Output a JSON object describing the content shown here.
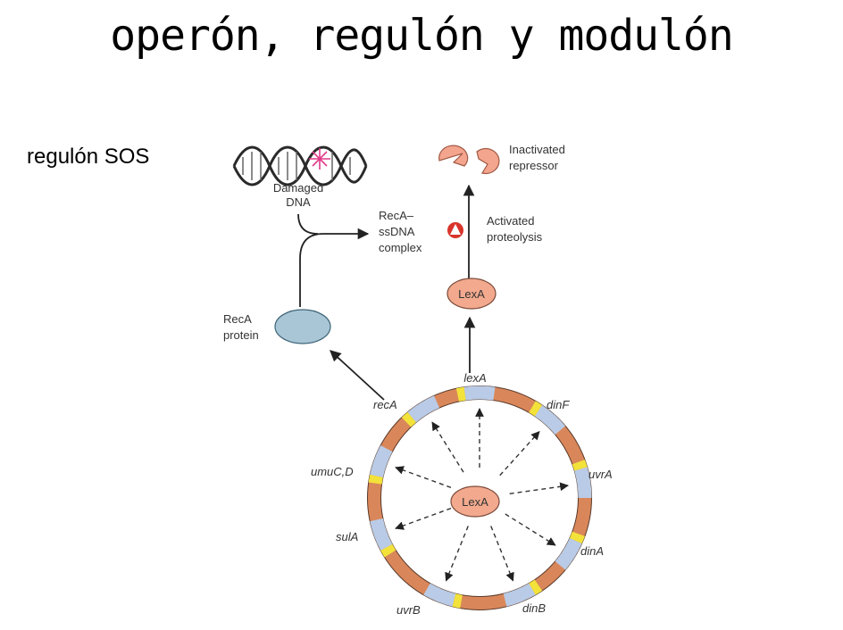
{
  "title": "operón, regulón y modulón",
  "side_label": "regulón SOS",
  "labels": {
    "damaged_dna_1": "Damaged",
    "damaged_dna_2": "DNA",
    "complex_1": "RecA–",
    "complex_2": "ssDNA",
    "complex_3": "complex",
    "inactivated_1": "Inactivated",
    "inactivated_2": "repressor",
    "activated_1": "Activated",
    "activated_2": "proteolysis",
    "reca_protein_1": "RecA",
    "reca_protein_2": "protein",
    "lexa_top": "LexA",
    "lexa_center": "LexA"
  },
  "genes": {
    "lexA": "lexA",
    "dinF": "dinF",
    "uvrA": "uvrA",
    "dinA": "dinA",
    "dinB": "dinB",
    "uvrB": "uvrB",
    "sulA": "sulA",
    "umuCD": "umuC,D",
    "recA": "recA"
  },
  "colors": {
    "ring_orange": "#d9875a",
    "ring_blue": "#b9cbe6",
    "ring_yellow": "#f2e23a",
    "lexa_fill": "#f2a98e",
    "reca_fill": "#a9c6d6",
    "repressor_fill": "#f4a58d",
    "arrow_red": "#d8342b"
  }
}
